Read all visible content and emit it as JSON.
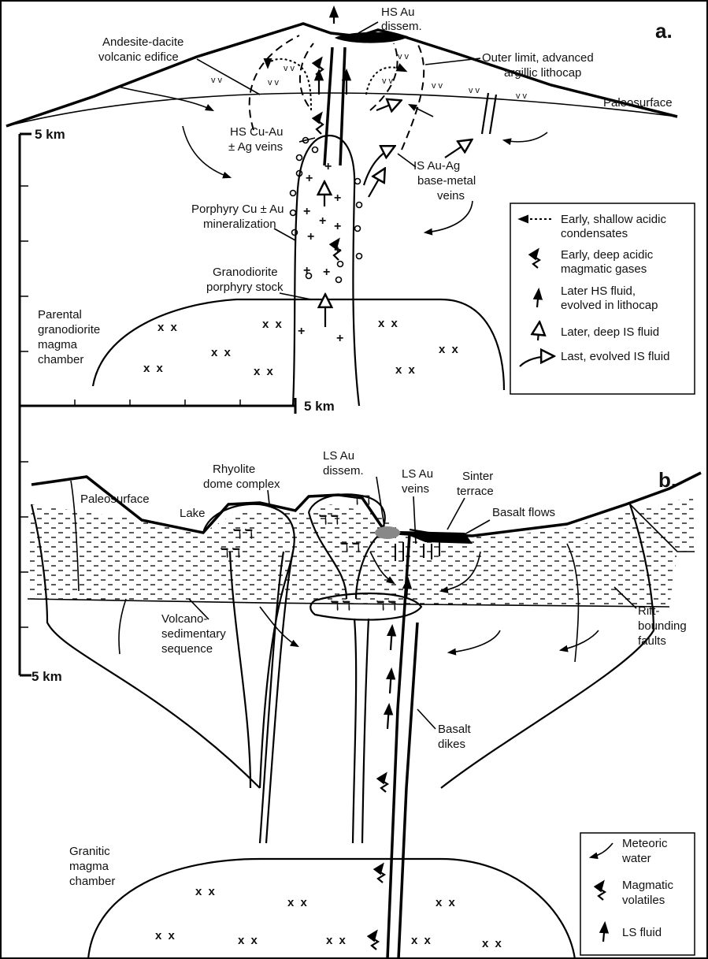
{
  "panel_a": {
    "label": "a.",
    "labels": {
      "edifice_1": "Andesite-dacite",
      "edifice_2": "volcanic edifice",
      "hs_au_1": "HS Au",
      "hs_au_2": "dissem.",
      "outer_1": "Outer limit, advanced",
      "outer_2": "argillic lithocap",
      "paleosurface": "Paleosurface",
      "hs_veins_1": "HS Cu-Au",
      "hs_veins_2": "± Ag veins",
      "is_veins_1": "IS Au-Ag",
      "is_veins_2": "base-metal",
      "is_veins_3": "veins",
      "porphyry_1": "Porphyry Cu ± Au",
      "porphyry_2": "mineralization",
      "stock_1": "Granodiorite",
      "stock_2": "porphyry stock",
      "chamber_1": "Parental",
      "chamber_2": "granodiorite",
      "chamber_3": "magma",
      "chamber_4": "chamber"
    },
    "legend": [
      {
        "text_1": "Early, shallow acidic",
        "text_2": "condensates",
        "icon": "dotted-arrow-icon"
      },
      {
        "text_1": "Early, deep acidic",
        "text_2": "magmatic gases",
        "icon": "zigzag-arrow-icon"
      },
      {
        "text_1": "Later HS fluid,",
        "text_2": "evolved in lithocap",
        "icon": "solid-arrow-icon"
      },
      {
        "text_1": "Later, deep IS fluid",
        "text_2": "",
        "icon": "open-arrow-icon"
      },
      {
        "text_1": "Last, evolved IS fluid",
        "text_2": "",
        "icon": "open-curved-arrow-icon"
      }
    ]
  },
  "scale": {
    "top_left": "5 km",
    "horizontal": "5 km",
    "bottom_left": "5 km"
  },
  "panel_b": {
    "label": "b.",
    "labels": {
      "rhyolite_1": "Rhyolite",
      "rhyolite_2": "dome complex",
      "ls_dissem_1": "LS Au",
      "ls_dissem_2": "dissem.",
      "ls_veins_1": "LS Au",
      "ls_veins_2": "veins",
      "sinter_1": "Sinter",
      "sinter_2": "terrace",
      "paleosurface": "Paleosurface",
      "lake": "Lake",
      "basalt_flows": "Basalt flows",
      "volcano_1": "Volcano-",
      "volcano_2": "sedimentary",
      "volcano_3": "sequence",
      "rift_1": "Rift-",
      "rift_2": "bounding",
      "rift_3": "faults",
      "dikes_1": "Basalt",
      "dikes_2": "dikes",
      "granitic_1": "Granitic",
      "granitic_2": "magma",
      "granitic_3": "chamber"
    },
    "legend": [
      {
        "text_1": "Meteoric",
        "text_2": "water",
        "icon": "curved-arrow-icon"
      },
      {
        "text_1": "Magmatic",
        "text_2": "volatiles",
        "icon": "zigzag-arrow-icon"
      },
      {
        "text_1": "LS fluid",
        "text_2": "",
        "icon": "solid-arrow-icon"
      }
    ]
  },
  "symbols": {
    "xx": "x x",
    "vv": "v v",
    "ls": "ℸ ℸ"
  }
}
